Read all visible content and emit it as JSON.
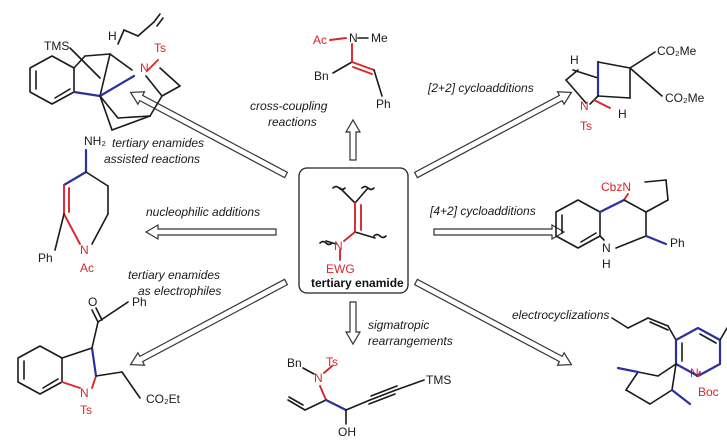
{
  "center": {
    "title": "tertiary enamide",
    "substituent": "EWG",
    "n_atom": "N"
  },
  "reactions": [
    {
      "id": "cross-coupling",
      "label_lines": [
        "cross-coupling",
        "reactions"
      ]
    },
    {
      "id": "cycloaddition-2-2",
      "label_lines": [
        "[2+2] cycloadditions"
      ]
    },
    {
      "id": "cycloaddition-4-2",
      "label_lines": [
        "[4+2] cycloadditions"
      ]
    },
    {
      "id": "electrocyclizations",
      "label_lines": [
        "electrocyclizations"
      ]
    },
    {
      "id": "sigmatropic",
      "label_lines": [
        "sigmatropic",
        "rearrangements"
      ]
    },
    {
      "id": "electrophiles",
      "label_lines": [
        "tertiary enamides",
        "as electrophiles"
      ]
    },
    {
      "id": "nucleophilic",
      "label_lines": [
        "nucleophilic additions"
      ]
    },
    {
      "id": "assisted",
      "label_lines": [
        "tertiary enamides",
        "assisted reactions"
      ]
    }
  ],
  "products": {
    "top_left": {
      "tms": "TMS",
      "h": "H",
      "ts": "Ts",
      "n": "N"
    },
    "top_center": {
      "ac": "Ac",
      "n": "N",
      "me": "Me",
      "bn": "Bn",
      "ph": "Ph"
    },
    "top_right": {
      "h1": "H",
      "h2": "H",
      "ester1": "CO₂Me",
      "ester2": "CO₂Me",
      "n": "N",
      "ts": "Ts"
    },
    "middle_left": {
      "nh2": "NH₂",
      "ph": "Ph",
      "n": "N",
      "ac": "Ac"
    },
    "middle_right": {
      "cbzn": "CbzN",
      "n": "N",
      "h": "H",
      "ph": "Ph"
    },
    "bottom_left": {
      "o": "O",
      "ph": "Ph",
      "n": "N",
      "ts": "Ts",
      "ester": "CO₂Et"
    },
    "bottom_center": {
      "bn": "Bn",
      "n": "N",
      "ts": "Ts",
      "tms": "TMS",
      "oh": "OH"
    },
    "bottom_right": {
      "n": "N",
      "boc": "Boc"
    }
  }
}
